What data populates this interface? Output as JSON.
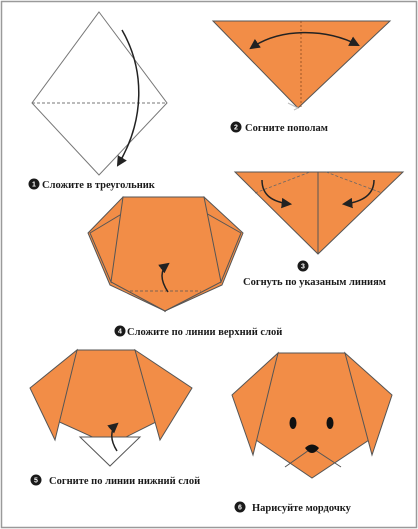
{
  "colors": {
    "paper": "#f28d47",
    "paper_edge": "#555555",
    "fold_line": "#666666",
    "arrow": "#222222",
    "frame": "#9a9a9a",
    "badge": "#1a1a1a"
  },
  "steps": [
    {
      "number": "1",
      "caption": "Сложите в треугольник"
    },
    {
      "number": "2",
      "caption": "Согните пополам"
    },
    {
      "number": "3",
      "caption": "Согнуть по указаным линиям"
    },
    {
      "number": "4",
      "caption": "Сложите по линии верхний слой"
    },
    {
      "number": "5",
      "caption": "Согните по линии нижний слой"
    },
    {
      "number": "6",
      "caption": "Нарисуйте мордочку"
    }
  ]
}
